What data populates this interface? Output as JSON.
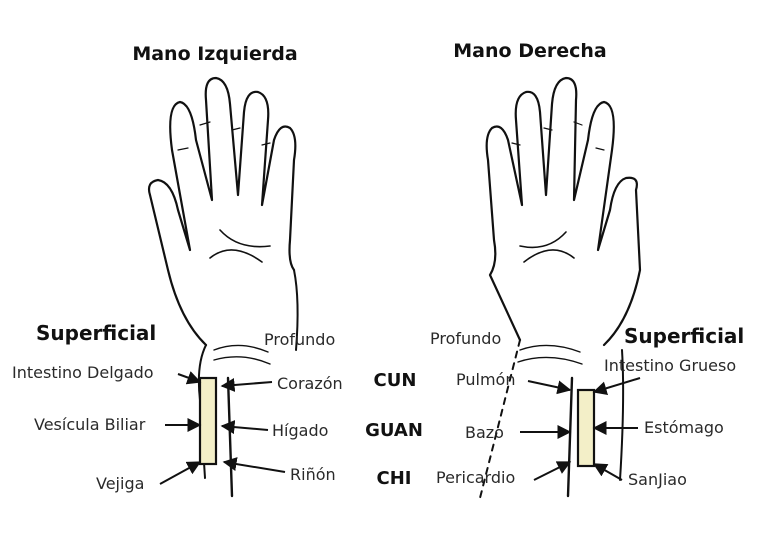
{
  "hands": {
    "left": {
      "title": "Mano Izquierda",
      "superficial_heading": "Superficial",
      "profundo_heading": "Profundo",
      "superficial": [
        "Intestino Delgado",
        "Vesícula Biliar",
        "Vejiga"
      ],
      "profundo": [
        "Corazón",
        "Hígado",
        "Riñón"
      ]
    },
    "right": {
      "title": "Mano Derecha",
      "superficial_heading": "Superficial",
      "profundo_heading": "Profundo",
      "superficial": [
        "Intestino Grueso",
        "Estómago",
        "SanJiao"
      ],
      "profundo": [
        "Pulmón",
        "Bazo",
        "Pericardio"
      ]
    }
  },
  "positions": [
    "CUN",
    "GUAN",
    "CHI"
  ],
  "colors": {
    "artery_fill": "#f3efc8",
    "ink": "#111111"
  }
}
